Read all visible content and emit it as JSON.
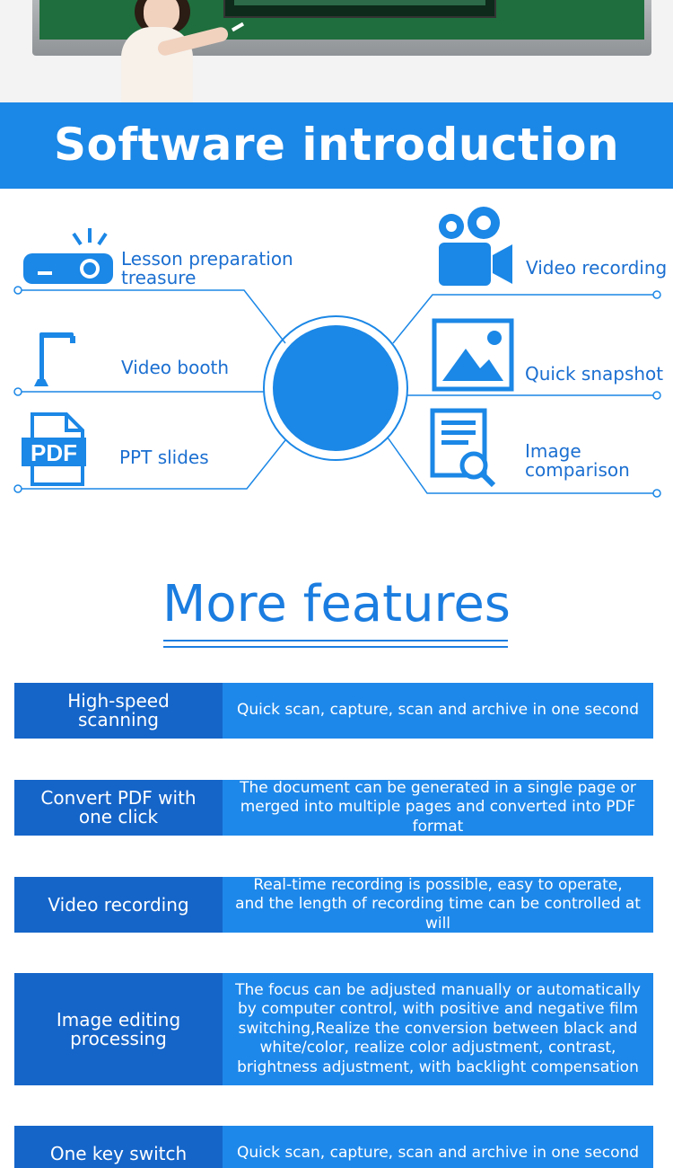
{
  "banner": {
    "title": "Software introduction"
  },
  "diagram": {
    "left_items": [
      {
        "label_lines": [
          "Lesson preparation",
          "treasure"
        ],
        "icon": "projector-icon"
      },
      {
        "label_lines": [
          "Video booth"
        ],
        "icon": "document-camera-icon"
      },
      {
        "label_lines": [
          "PPT slides"
        ],
        "icon": "pdf-file-icon"
      }
    ],
    "right_items": [
      {
        "label_lines": [
          "Video recording"
        ],
        "icon": "video-camera-icon"
      },
      {
        "label_lines": [
          "Quick snapshot"
        ],
        "icon": "image-icon"
      },
      {
        "label_lines": [
          "Image",
          "comparison"
        ],
        "icon": "document-search-icon"
      }
    ],
    "accent_color": "#1b87e6"
  },
  "more_features": {
    "title": "More features",
    "rows": [
      {
        "name_lines": [
          "High-speed",
          "scanning"
        ],
        "desc_lines": [
          "Quick scan, capture, scan and archive in one second"
        ]
      },
      {
        "name_lines": [
          "Convert PDF with",
          "one click"
        ],
        "desc_lines": [
          "The document can be generated in a single page or",
          "merged into multiple pages and converted into PDF format"
        ]
      },
      {
        "name_lines": [
          "Video recording"
        ],
        "desc_lines": [
          "Real-time recording is possible, easy to operate,",
          "and the length of recording time can be controlled at will"
        ]
      },
      {
        "name_lines": [
          "Image editing",
          "processing"
        ],
        "desc_lines": [
          "The focus can be adjusted manually or automatically",
          "by computer control, with positive and negative film",
          "switching,Realize the conversion between black and",
          "white/color, realize color adjustment, contrast,",
          "brightness adjustment, with backlight compensation"
        ]
      },
      {
        "name_lines": [
          "One key switch"
        ],
        "desc_lines": [
          "Quick scan, capture, scan and archive in one second"
        ]
      }
    ]
  },
  "colors": {
    "dark_blue": "#1565c9",
    "light_blue": "#1e88ea",
    "banner_blue": "#1b87e6"
  }
}
